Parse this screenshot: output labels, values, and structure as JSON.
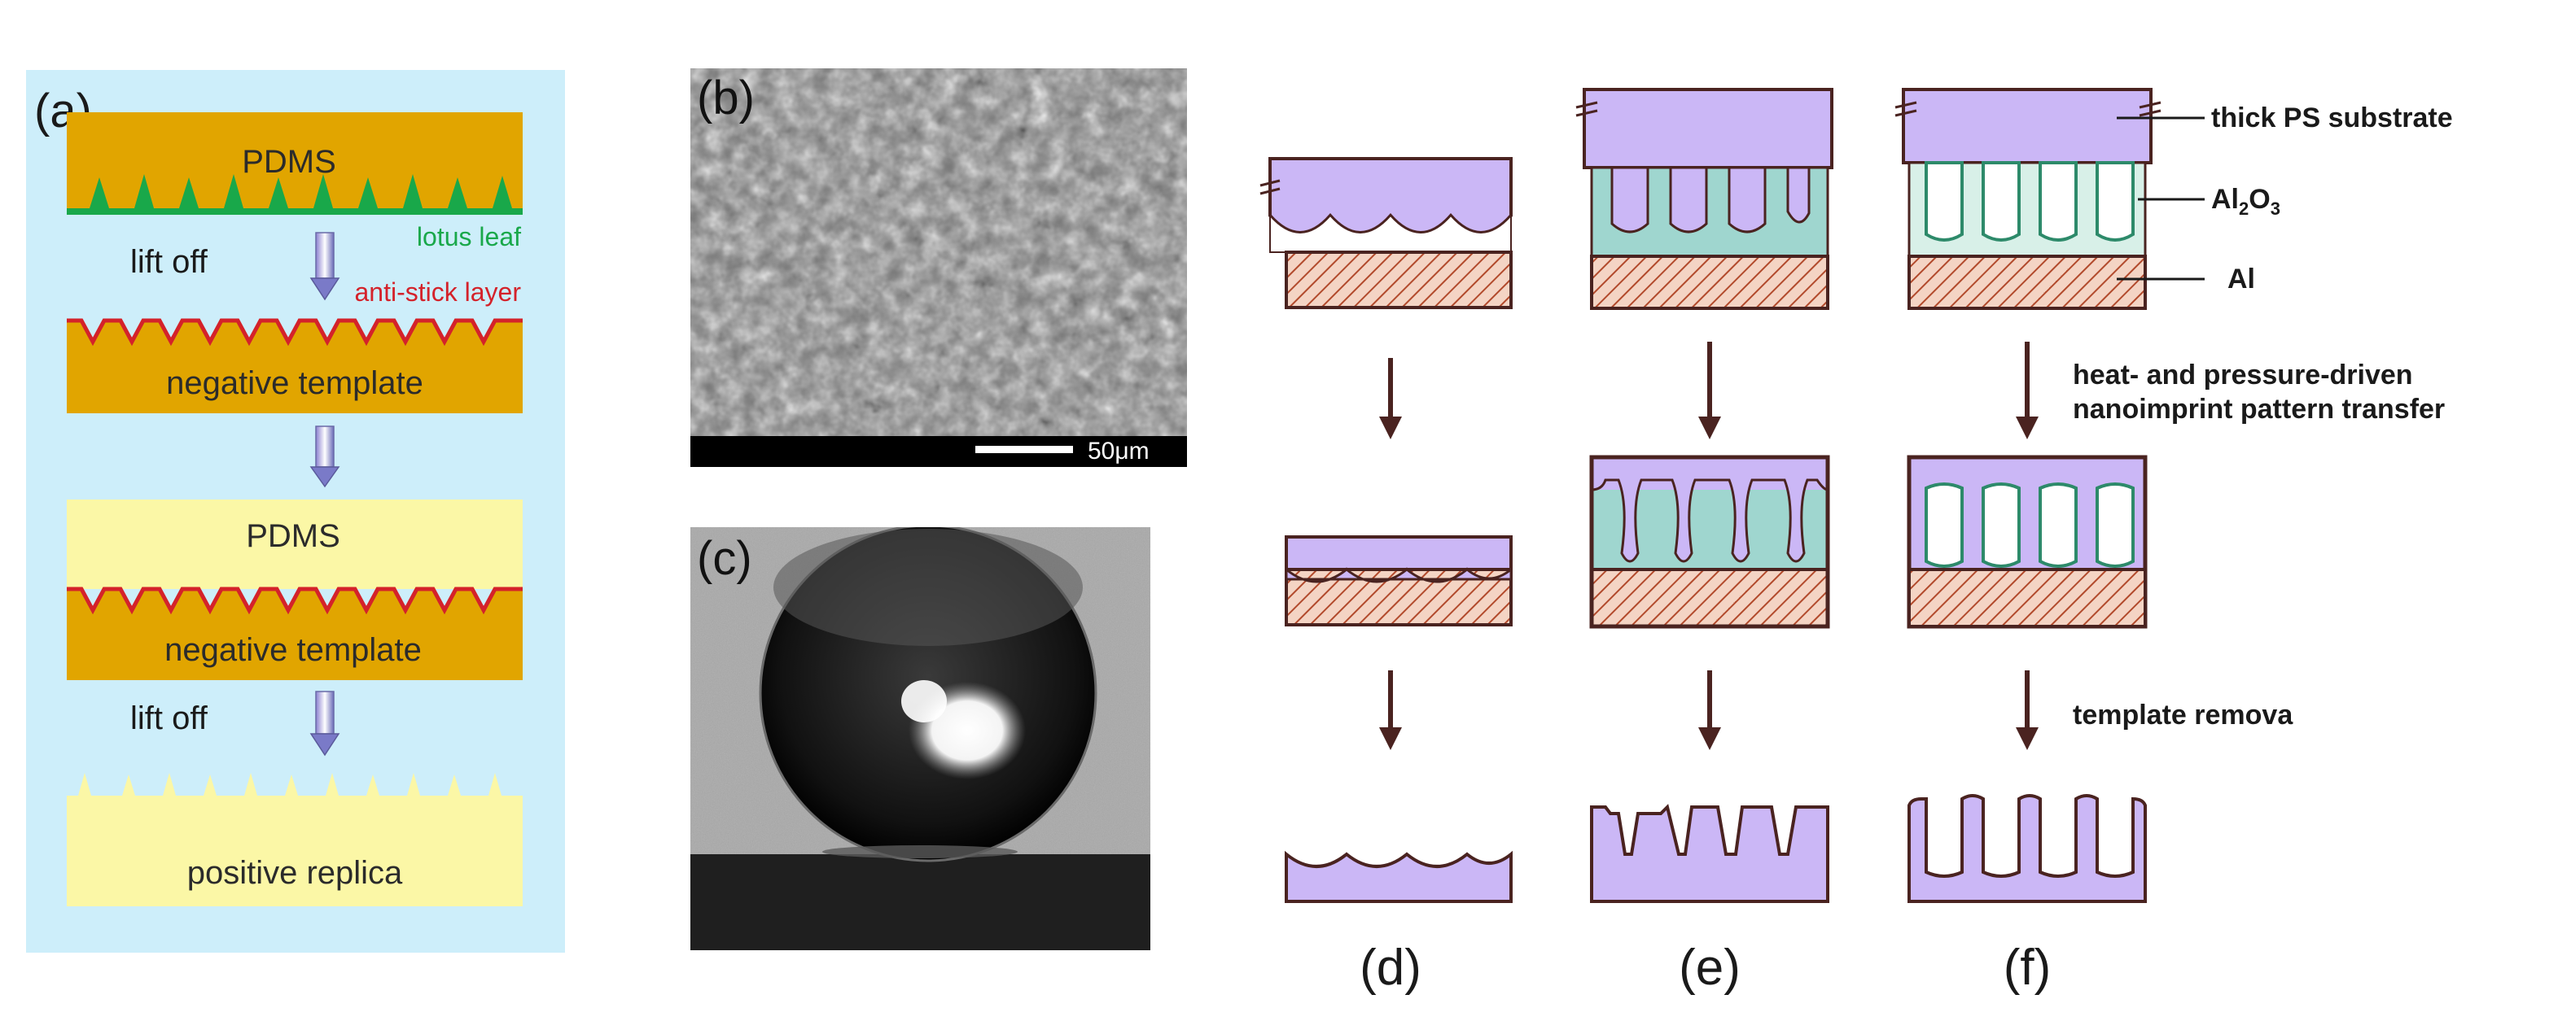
{
  "panel_a": {
    "label": "(a)",
    "pdms_top": "PDMS",
    "lotus_leaf": "lotus leaf",
    "lift_off_1": "lift off",
    "anti_stick": "anti-stick layer",
    "negative_template_1": "negative template",
    "pdms_mid": "PDMS",
    "negative_template_2": "negative template",
    "lift_off_2": "lift off",
    "positive_replica": "positive replica"
  },
  "panel_b": {
    "label": "(b)",
    "scale_bar": "50μm"
  },
  "panel_c": {
    "label": "(c)"
  },
  "annotations": {
    "substrate": "thick PS substrate",
    "al2o3_main": "Al",
    "al2o3_sub": "2",
    "al2o3_o": "O",
    "al2o3_sub2": "3",
    "al": "Al",
    "heat_1": "heat- and pressure-driven",
    "heat_2": "nanoimprint pattern transfer",
    "removal": "template remova"
  },
  "columns": {
    "d": "(d)",
    "e": "(e)",
    "f": "(f)"
  },
  "colors": {
    "panel_a_bg": "#cdeefa",
    "pdms_orange": "#e1a500",
    "lotus_green": "#19a84a",
    "anti_stick_red": "#d4222a",
    "replica_yellow": "#fbf7a6",
    "ps_purple": "#cbb7f6",
    "alumina_teal": "#9fd6cf",
    "al_hatch": "#b24a2c",
    "arrow_dark": "#4a2320"
  }
}
